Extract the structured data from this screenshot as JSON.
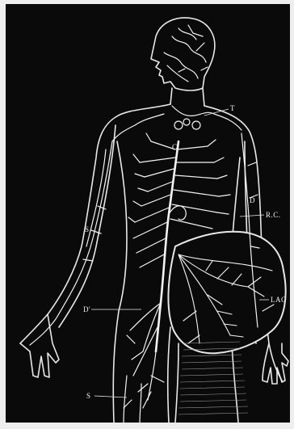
{
  "figure": {
    "labels": {
      "T": "T",
      "C": "C",
      "D_right": "D",
      "RC": "R.C.",
      "LAC": "LAC",
      "S_arm": "S",
      "D_lower": "D'",
      "S_lower": "S"
    },
    "colors": {
      "background": "#0a0a0a",
      "vessels": "#f4f4f4",
      "outline": "#e6e6e6"
    }
  }
}
